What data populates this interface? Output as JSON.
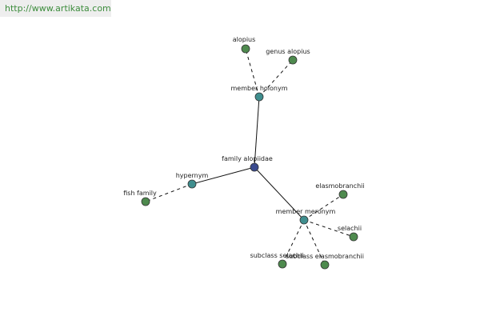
{
  "watermark": {
    "text": "http://www.artikata.com",
    "color": "#3c8c3c"
  },
  "colors": {
    "center_node": "#3a4a8e",
    "relation_node": "#3f8e8e",
    "leaf_node": "#4e8a4e",
    "node_stroke": "#333333",
    "edge": "#111111"
  },
  "graph": {
    "nodes": [
      {
        "id": "center",
        "label": "family alopiidae",
        "kind": "center"
      },
      {
        "id": "holonym",
        "label": "member holonym",
        "kind": "relation"
      },
      {
        "id": "hypernym",
        "label": "hypernym",
        "kind": "relation"
      },
      {
        "id": "meronym",
        "label": "member meronym",
        "kind": "relation"
      },
      {
        "id": "alopius",
        "label": "alopius",
        "kind": "leaf"
      },
      {
        "id": "genus-alopius",
        "label": "genus alopius",
        "kind": "leaf"
      },
      {
        "id": "fish-family",
        "label": "fish family",
        "kind": "leaf"
      },
      {
        "id": "elasmobranchii",
        "label": "elasmobranchii",
        "kind": "leaf"
      },
      {
        "id": "selachii",
        "label": "selachii",
        "kind": "leaf"
      },
      {
        "id": "subclass-selachii",
        "label": "subclass selachii",
        "kind": "leaf"
      },
      {
        "id": "subclass-elasmobranchii",
        "label": "subclass elasmobranchii",
        "kind": "leaf"
      }
    ],
    "edges": [
      {
        "from": "center",
        "to": "holonym",
        "style": "solid"
      },
      {
        "from": "center",
        "to": "hypernym",
        "style": "solid"
      },
      {
        "from": "center",
        "to": "meronym",
        "style": "solid"
      },
      {
        "from": "holonym",
        "to": "alopius",
        "style": "dashed"
      },
      {
        "from": "holonym",
        "to": "genus-alopius",
        "style": "dashed"
      },
      {
        "from": "hypernym",
        "to": "fish-family",
        "style": "dashed"
      },
      {
        "from": "meronym",
        "to": "elasmobranchii",
        "style": "dashed"
      },
      {
        "from": "meronym",
        "to": "selachii",
        "style": "dashed"
      },
      {
        "from": "meronym",
        "to": "subclass-selachii",
        "style": "dashed"
      },
      {
        "from": "meronym",
        "to": "subclass-elasmobranchii",
        "style": "dashed"
      }
    ]
  }
}
